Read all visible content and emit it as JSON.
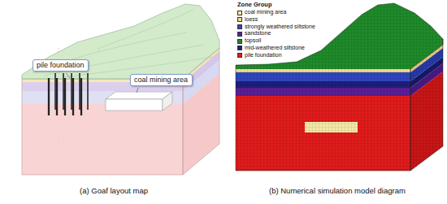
{
  "diagram": {
    "nodes": [
      {
        "text": [
          "pile foundation"
        ]
      },
      {
        "text": [
          "coal mining area"
        ]
      }
    ],
    "labels": [
      "Zone Group",
      "(a) Goaf layout map",
      "(b) Numerical simulation model diagram"
    ],
    "legend": [
      {
        "text": "coal mining area",
        "color": "#f3e9a6"
      },
      {
        "text": "loess",
        "color": "#f5d98c"
      },
      {
        "text": "strongly weathered siltstone",
        "color": "#2f46c0"
      },
      {
        "text": "sandstone",
        "color": "#5a1e96"
      },
      {
        "text": "topsoil",
        "color": "#1f8a2a"
      },
      {
        "text": "mid-weathered siltstone",
        "color": "#1d1f7a"
      },
      {
        "text": "pile foundation",
        "color": "#e01b1b"
      }
    ]
  }
}
